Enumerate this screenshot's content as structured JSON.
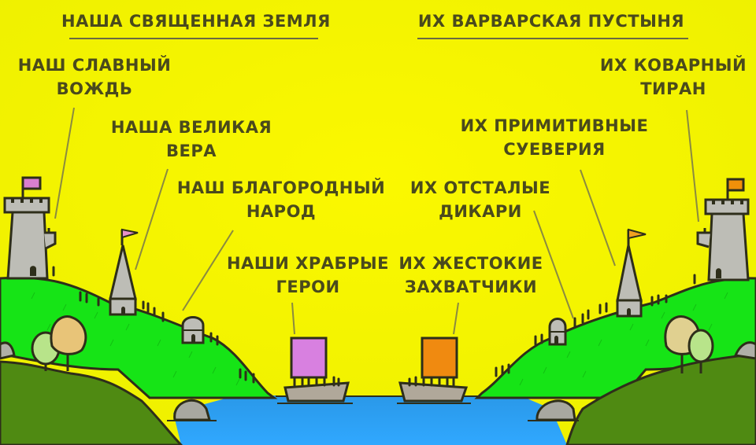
{
  "left_side": {
    "heading": "НАША СВЯЩЕННАЯ ЗЕМЛЯ",
    "labels": [
      {
        "id": "leader",
        "line1": "НАШ СЛАВНЫЙ",
        "line2": "ВОЖДЬ",
        "points_to": "tower"
      },
      {
        "id": "faith",
        "line1": "НАША ВЕЛИКАЯ",
        "line2": "ВЕРА",
        "points_to": "spire-temple"
      },
      {
        "id": "people",
        "line1": "НАШ БЛАГОРОДНЫЙ",
        "line2": "НАРОД",
        "points_to": "hut"
      },
      {
        "id": "heroes",
        "line1": "НАШИ ХРАБРЫЕ",
        "line2": "ГЕРОИ",
        "points_to": "ship"
      }
    ],
    "flag_color": "#d97fcf",
    "sail_color": "#d880e0"
  },
  "right_side": {
    "heading": "ИХ ВАРВАРСКАЯ ПУСТЫНЯ",
    "labels": [
      {
        "id": "tyrant",
        "line1": "ИХ КОВАРНЫЙ",
        "line2": "ТИРАН",
        "points_to": "tower"
      },
      {
        "id": "superstitions",
        "line1": "ИХ ПРИМИТИВНЫЕ",
        "line2": "СУЕВЕРИЯ",
        "points_to": "spire-temple"
      },
      {
        "id": "savages",
        "line1": "ИХ ОТСТАЛЫЕ",
        "line2": "ДИКАРИ",
        "points_to": "hut"
      },
      {
        "id": "invaders",
        "line1": "ИХ ЖЕСТОКИЕ",
        "line2": "ЗАХВАТЧИКИ",
        "points_to": "ship"
      }
    ],
    "flag_color": "#f0900a",
    "sail_color": "#f08a10"
  },
  "colors": {
    "sky": "#f6f400",
    "grass": "#14e614",
    "dark_grass": "#4e8a10",
    "water": "#2a9af0",
    "stone": "#b8b8b0",
    "outline": "#2e2e1a",
    "text": "#4a4a1c"
  }
}
